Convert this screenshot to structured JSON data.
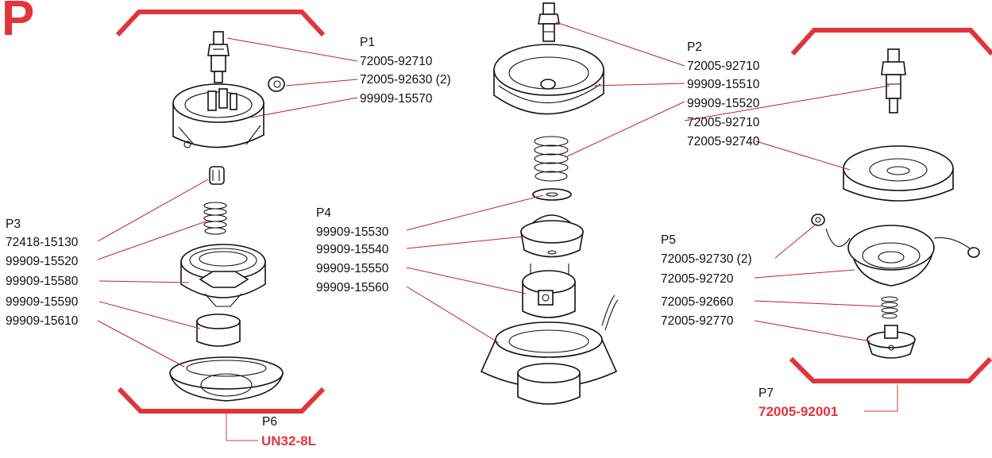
{
  "colors": {
    "accent": "#e0353b",
    "leader": "#c8202a",
    "ink": "#111111"
  },
  "header": {
    "letter": "P"
  },
  "kits": [
    {
      "id": "P1",
      "labels": [
        "72005-92710",
        "72005-92630 (2)",
        "99909-15570"
      ]
    },
    {
      "id": "P2",
      "labels": [
        "72005-92710",
        "99909-15510",
        "99909-15520",
        "72005-92710",
        "72005-92740"
      ]
    },
    {
      "id": "P3",
      "labels": [
        "72418-15130",
        "99909-15520",
        "99909-15580",
        "99909-15590",
        "99909-15610"
      ]
    },
    {
      "id": "P4",
      "labels": [
        "99909-15530",
        "99909-15540",
        "99909-15550",
        "99909-15560"
      ]
    },
    {
      "id": "P5",
      "labels": [
        "72005-92730 (2)",
        "72005-92720",
        "72005-92660",
        "72005-92770"
      ]
    }
  ],
  "assemblies": [
    {
      "id": "P6",
      "part_number": "UN32-8L"
    },
    {
      "id": "P7",
      "part_number": "72005-92001"
    }
  ]
}
